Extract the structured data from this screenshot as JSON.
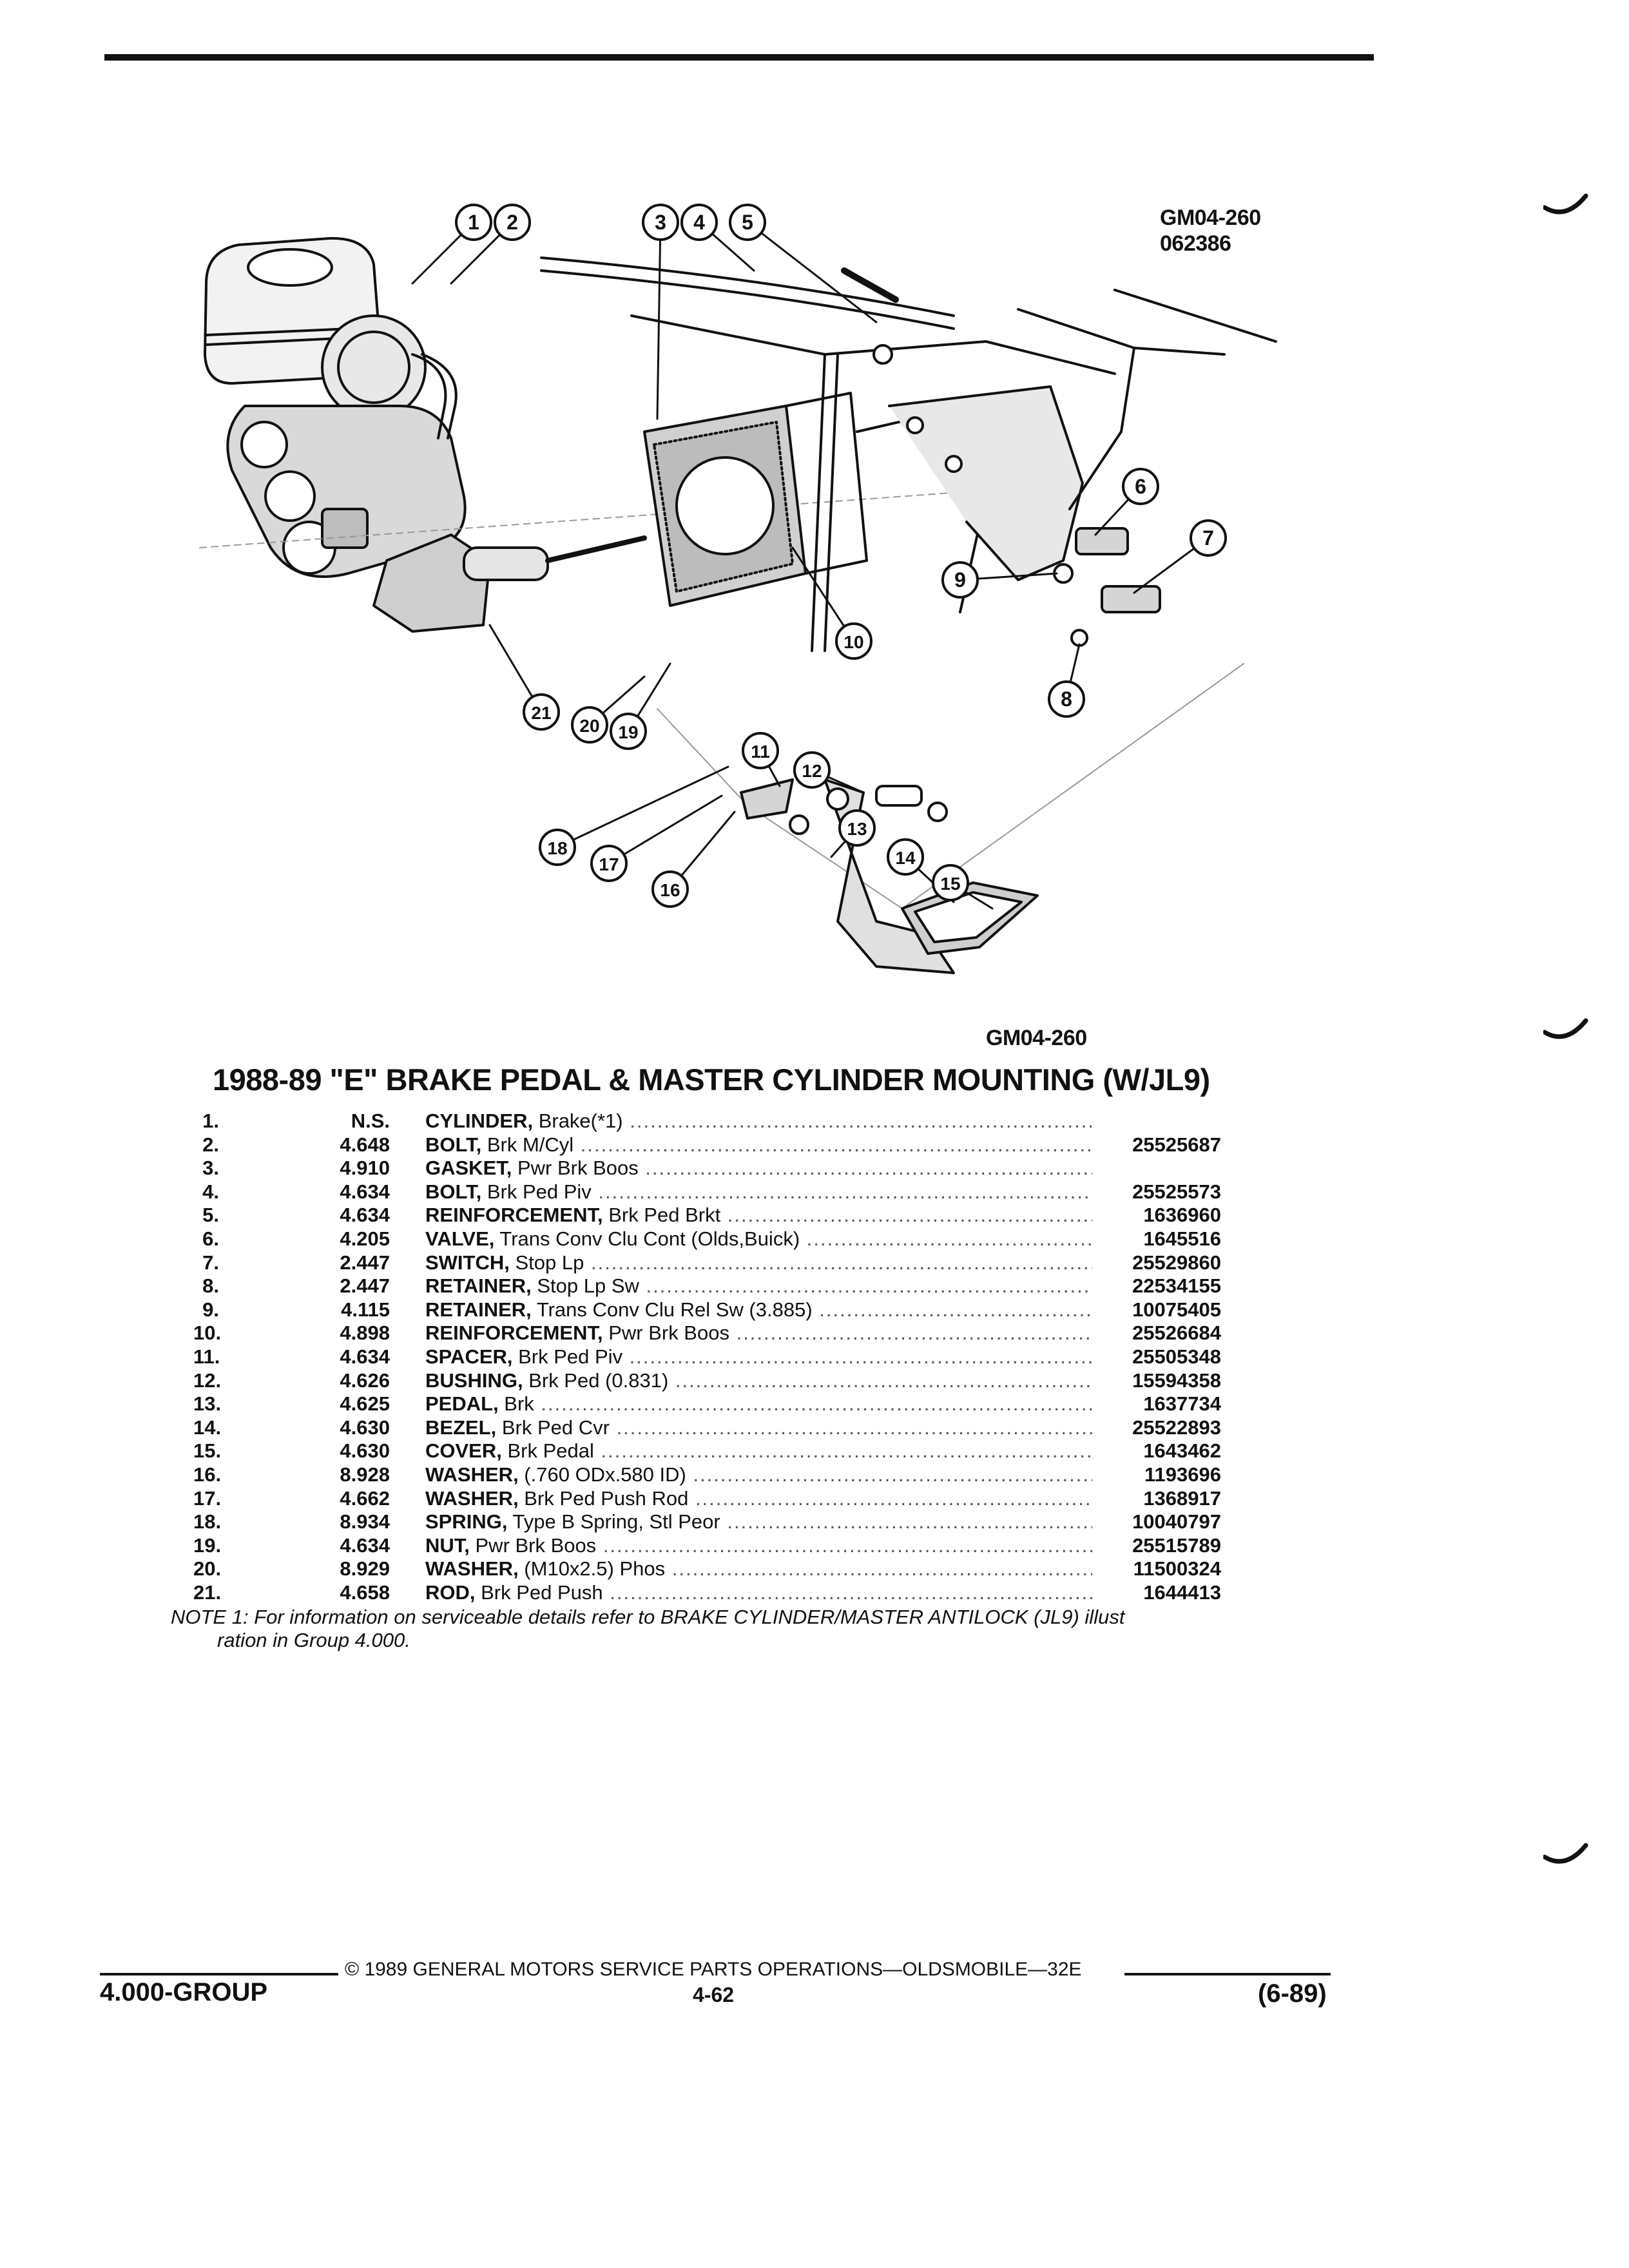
{
  "figure": {
    "code_top": "GM04-260",
    "date_code": "062386",
    "code_bottom": "GM04-260",
    "callouts": [
      "1",
      "2",
      "3",
      "4",
      "5",
      "6",
      "7",
      "8",
      "9",
      "10",
      "11",
      "12",
      "13",
      "14",
      "15",
      "16",
      "17",
      "18",
      "19",
      "20",
      "21"
    ]
  },
  "title": "1988-89 \"E\" BRAKE PEDAL & MASTER CYLINDER MOUNTING (W/JL9)",
  "parts": [
    {
      "idx": "1.",
      "group": "N.S.",
      "name": "CYLINDER,",
      "desc": " Brake(*1)",
      "part_no": ""
    },
    {
      "idx": "2.",
      "group": "4.648",
      "name": "BOLT,",
      "desc": " Brk M/Cyl",
      "part_no": "25525687"
    },
    {
      "idx": "3.",
      "group": "4.910",
      "name": "GASKET,",
      "desc": " Pwr Brk Boos",
      "part_no": ""
    },
    {
      "idx": "4.",
      "group": "4.634",
      "name": "BOLT,",
      "desc": " Brk Ped Piv",
      "part_no": "25525573"
    },
    {
      "idx": "5.",
      "group": "4.634",
      "name": "REINFORCEMENT,",
      "desc": " Brk Ped Brkt",
      "part_no": "1636960"
    },
    {
      "idx": "6.",
      "group": "4.205",
      "name": "VALVE,",
      "desc": " Trans Conv Clu Cont (Olds,Buick)",
      "part_no": "1645516"
    },
    {
      "idx": "7.",
      "group": "2.447",
      "name": "SWITCH,",
      "desc": " Stop Lp",
      "part_no": "25529860"
    },
    {
      "idx": "8.",
      "group": "2.447",
      "name": "RETAINER,",
      "desc": " Stop Lp Sw",
      "part_no": "22534155"
    },
    {
      "idx": "9.",
      "group": "4.115",
      "name": "RETAINER,",
      "desc": " Trans Conv Clu Rel Sw (3.885)",
      "part_no": "10075405"
    },
    {
      "idx": "10.",
      "group": "4.898",
      "name": "REINFORCEMENT,",
      "desc": " Pwr Brk Boos",
      "part_no": "25526684"
    },
    {
      "idx": "11.",
      "group": "4.634",
      "name": "SPACER,",
      "desc": " Brk Ped Piv",
      "part_no": "25505348"
    },
    {
      "idx": "12.",
      "group": "4.626",
      "name": "BUSHING,",
      "desc": " Brk Ped (0.831)",
      "part_no": "15594358"
    },
    {
      "idx": "13.",
      "group": "4.625",
      "name": "PEDAL,",
      "desc": " Brk",
      "part_no": "1637734"
    },
    {
      "idx": "14.",
      "group": "4.630",
      "name": "BEZEL,",
      "desc": " Brk Ped Cvr",
      "part_no": "25522893"
    },
    {
      "idx": "15.",
      "group": "4.630",
      "name": "COVER,",
      "desc": " Brk Pedal",
      "part_no": "1643462"
    },
    {
      "idx": "16.",
      "group": "8.928",
      "name": "WASHER,",
      "desc": " (.760 ODx.580 ID)",
      "part_no": "1193696"
    },
    {
      "idx": "17.",
      "group": "4.662",
      "name": "WASHER,",
      "desc": " Brk Ped Push Rod",
      "part_no": "1368917"
    },
    {
      "idx": "18.",
      "group": "8.934",
      "name": "SPRING,",
      "desc": " Type B Spring, Stl Peor",
      "part_no": "10040797"
    },
    {
      "idx": "19.",
      "group": "4.634",
      "name": "NUT,",
      "desc": " Pwr Brk Boos",
      "part_no": "25515789"
    },
    {
      "idx": "20.",
      "group": "8.929",
      "name": "WASHER,",
      "desc": " (M10x2.5) Phos",
      "part_no": "11500324"
    },
    {
      "idx": "21.",
      "group": "4.658",
      "name": "ROD,",
      "desc": " Brk Ped Push",
      "part_no": "1644413"
    }
  ],
  "note": {
    "line1": "NOTE 1: For information on serviceable details refer to BRAKE CYLINDER/MASTER ANTILOCK (JL9) illust",
    "line2": "ration in Group 4.000."
  },
  "footer": {
    "copyright": "© 1989 GENERAL MOTORS SERVICE PARTS OPERATIONS—OLDSMOBILE—32E",
    "group": "4.000-GROUP",
    "page": "4-62",
    "date": "(6-89)"
  }
}
